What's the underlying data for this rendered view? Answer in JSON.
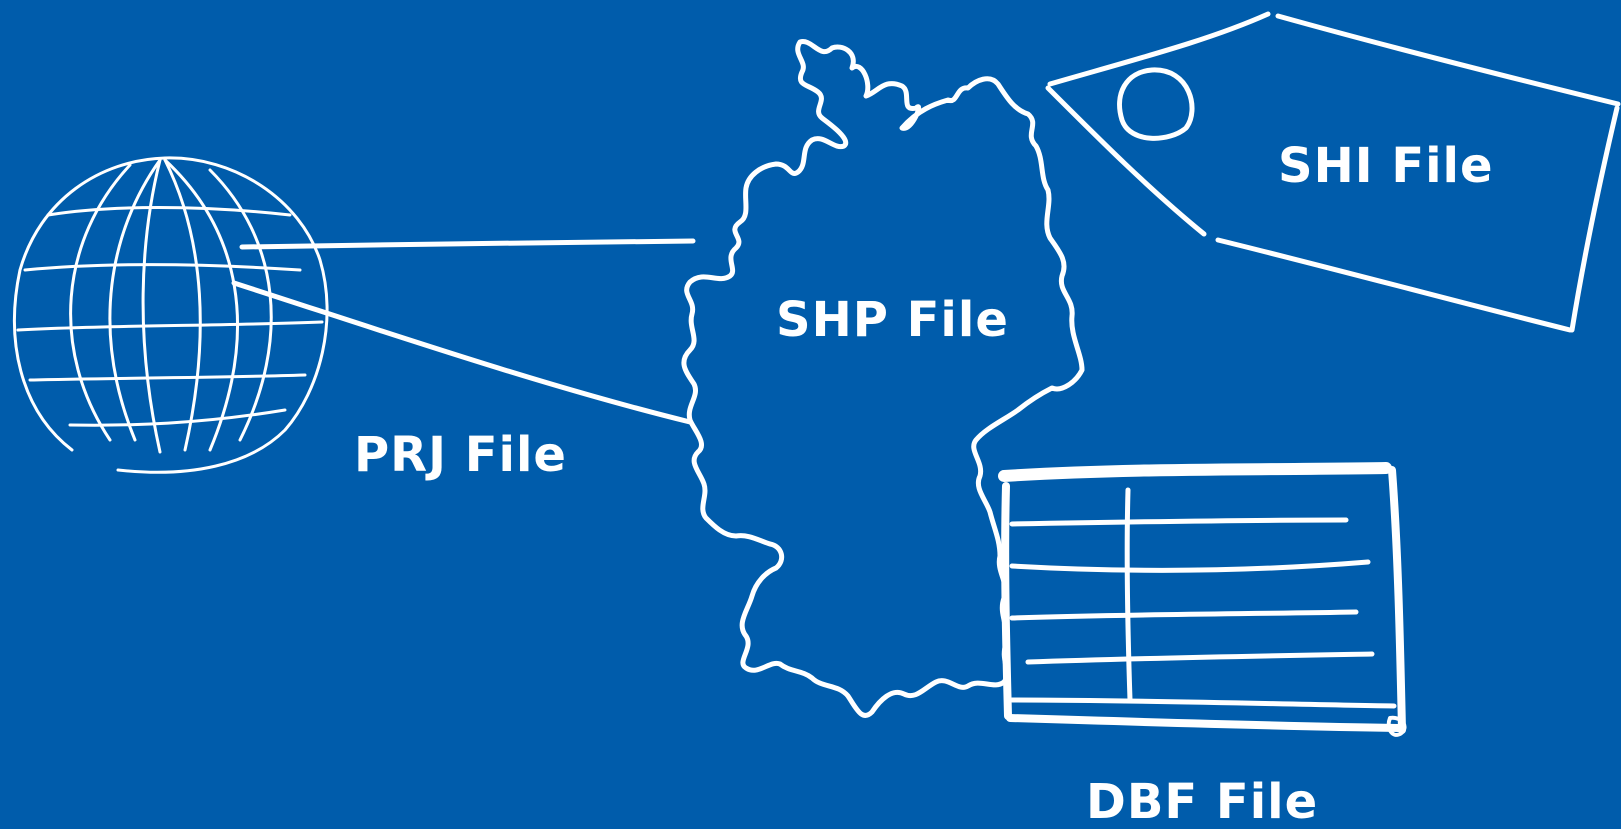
{
  "background_color": "#005CAB",
  "stroke_color": "#FFFFFF",
  "labels": {
    "shp": "SHP File",
    "prj": "PRJ File",
    "shi": "SHI File",
    "dbf": "DBF File"
  },
  "icons": {
    "globe": "globe-icon",
    "country": "germany-outline",
    "tag": "tag-icon",
    "table": "table-icon"
  }
}
